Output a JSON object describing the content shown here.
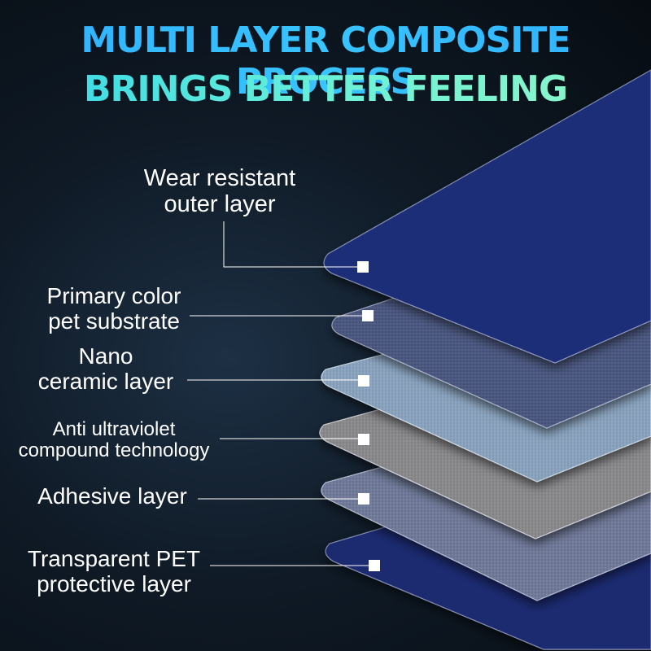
{
  "title": {
    "line1": "MULTI LAYER COMPOSITE PROCESS",
    "line2": "BRINGS BETTER FEELING"
  },
  "layers": [
    {
      "line1": "Wear resistant",
      "line2": "outer layer",
      "color": "#1f2d78"
    },
    {
      "line1": "Primary color",
      "line2": "pet substrate",
      "color": "#4a5680"
    },
    {
      "line1": "Nano",
      "line2": "ceramic layer",
      "color": "#8aa4c0"
    },
    {
      "line1": "Anti ultraviolet",
      "line2": "compound technology",
      "color": "#8a8a8c"
    },
    {
      "line1": "Adhesive layer",
      "line2": "",
      "color": "#6f7a9a"
    },
    {
      "line1": "Transparent PET",
      "line2": "protective layer",
      "color": "#1e2a70"
    }
  ]
}
